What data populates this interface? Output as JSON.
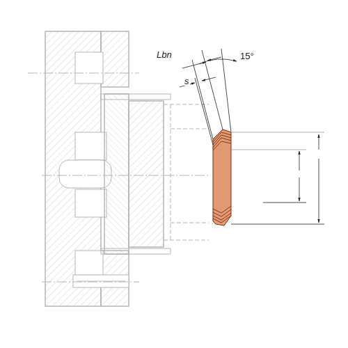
{
  "diagram": {
    "labels": [
      "Lbn",
      "15°",
      "s"
    ]
  }
}
